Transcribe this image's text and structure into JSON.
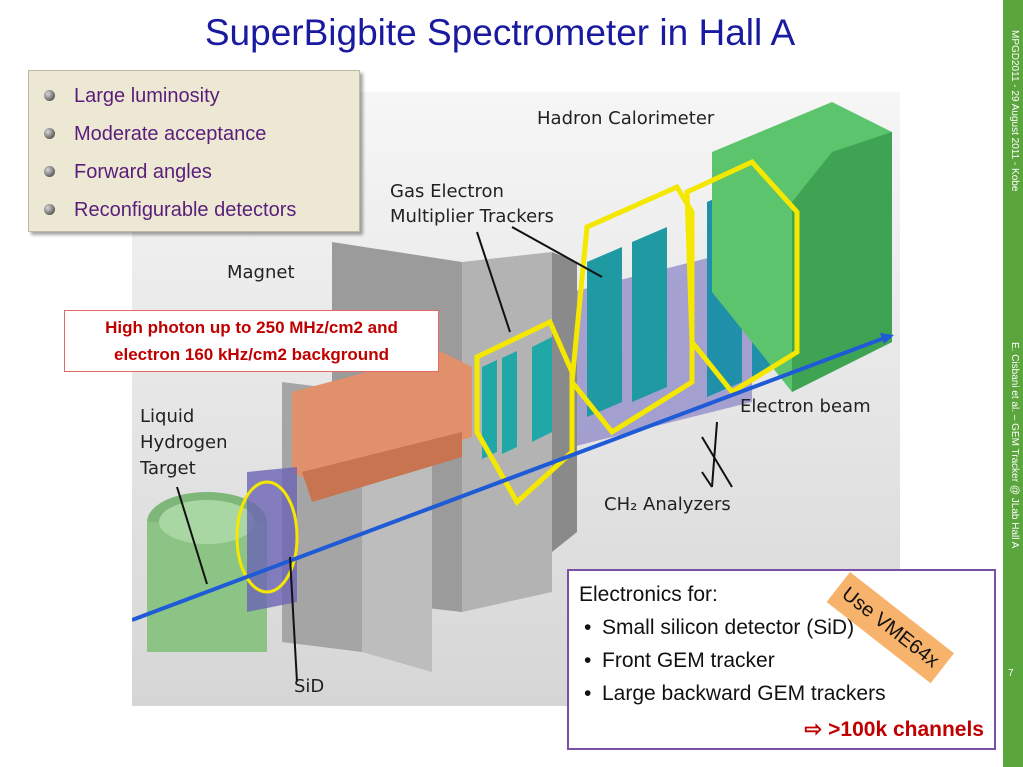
{
  "slide": {
    "title": "SuperBigbite Spectrometer in Hall A",
    "sidebar_top": "MPGD2011 - 29 August 2011 - Kobe",
    "sidebar_bottom": "E. Cisbani et al. – GEM Tracker @ JLab Hall A",
    "page_number": "7",
    "sidebar_color": "#5aa53c"
  },
  "features": [
    "Large luminosity",
    "Moderate acceptance",
    "Forward angles",
    "Reconfigurable detectors"
  ],
  "background_note": {
    "line1": "High photon up to 250 MHz/cm2 and",
    "line2": "electron 160 kHz/cm2 background"
  },
  "diagram_labels": {
    "hadron_calorimeter": "Hadron Calorimeter",
    "gas_electron_1": "Gas Electron",
    "gas_electron_2": "Multiplier Trackers",
    "magnet": "Magnet",
    "target_1": "Liquid",
    "target_2": "Hydrogen",
    "target_3": "Target",
    "electron_beam": "Electron beam",
    "ch2_analyzers": "CH₂ Analyzers",
    "sid": "SiD"
  },
  "electronics": {
    "heading": "Electronics for:",
    "items": [
      "Small silicon detector (SiD)",
      "Front GEM tracker",
      "Large backward GEM trackers"
    ],
    "arrow": "⇨",
    "channels": ">100k channels"
  },
  "vme_tag": "Use VME64x"
}
